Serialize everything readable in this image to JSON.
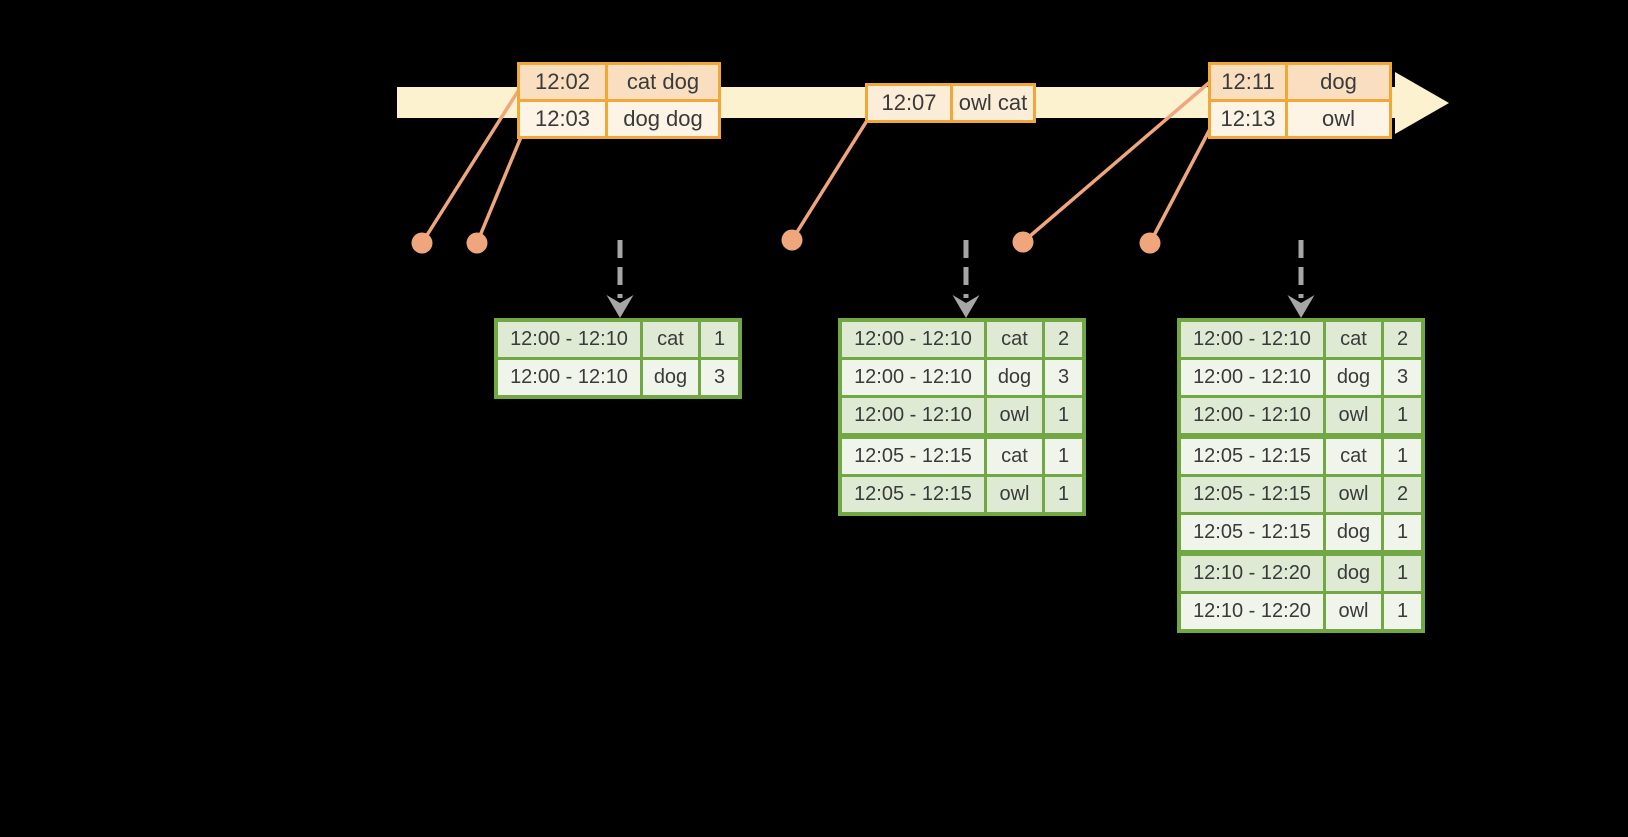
{
  "colors": {
    "background": "#000000",
    "timeline_band": "#FCF2CF",
    "event_border": "#F1A83B",
    "event_row_dark": "#F9DFBF",
    "event_row_light": "#FDF4E6",
    "event_row_mid": "#FCEDD8",
    "result_border": "#72A844",
    "result_row_dark": "#DFEAD4",
    "result_row_light": "#F0F5EB",
    "marker": "#EFA67D",
    "arrow_gray": "#A6A6A6",
    "text": "#3A3A3A"
  },
  "icons": {
    "timeline_arrowhead": "▶",
    "trigger_down_arrow": "↓",
    "arrival_dot": "●"
  },
  "event_tables": [
    {
      "rows": [
        {
          "time": "12:02",
          "words": "cat dog"
        },
        {
          "time": "12:03",
          "words": "dog dog"
        }
      ]
    },
    {
      "rows": [
        {
          "time": "12:07",
          "words": "owl cat"
        }
      ]
    },
    {
      "rows": [
        {
          "time": "12:11",
          "words": "dog"
        },
        {
          "time": "12:13",
          "words": "owl"
        }
      ]
    }
  ],
  "result_tables": [
    {
      "rows": [
        {
          "window": "12:00 - 12:10",
          "word": "cat",
          "count": "1"
        },
        {
          "window": "12:00 - 12:10",
          "word": "dog",
          "count": "3"
        }
      ]
    },
    {
      "rows": [
        {
          "window": "12:00 - 12:10",
          "word": "cat",
          "count": "2"
        },
        {
          "window": "12:00 - 12:10",
          "word": "dog",
          "count": "3"
        },
        {
          "window": "12:00 - 12:10",
          "word": "owl",
          "count": "1"
        },
        {
          "window": "12:05 - 12:15",
          "word": "cat",
          "count": "1"
        },
        {
          "window": "12:05 - 12:15",
          "word": "owl",
          "count": "1"
        }
      ]
    },
    {
      "rows": [
        {
          "window": "12:00 - 12:10",
          "word": "cat",
          "count": "2"
        },
        {
          "window": "12:00 - 12:10",
          "word": "dog",
          "count": "3"
        },
        {
          "window": "12:00 - 12:10",
          "word": "owl",
          "count": "1"
        },
        {
          "window": "12:05 - 12:15",
          "word": "cat",
          "count": "1"
        },
        {
          "window": "12:05 - 12:15",
          "word": "owl",
          "count": "2"
        },
        {
          "window": "12:05 - 12:15",
          "word": "dog",
          "count": "1"
        },
        {
          "window": "12:10 - 12:20",
          "word": "dog",
          "count": "1"
        },
        {
          "window": "12:10 - 12:20",
          "word": "owl",
          "count": "1"
        }
      ]
    }
  ]
}
